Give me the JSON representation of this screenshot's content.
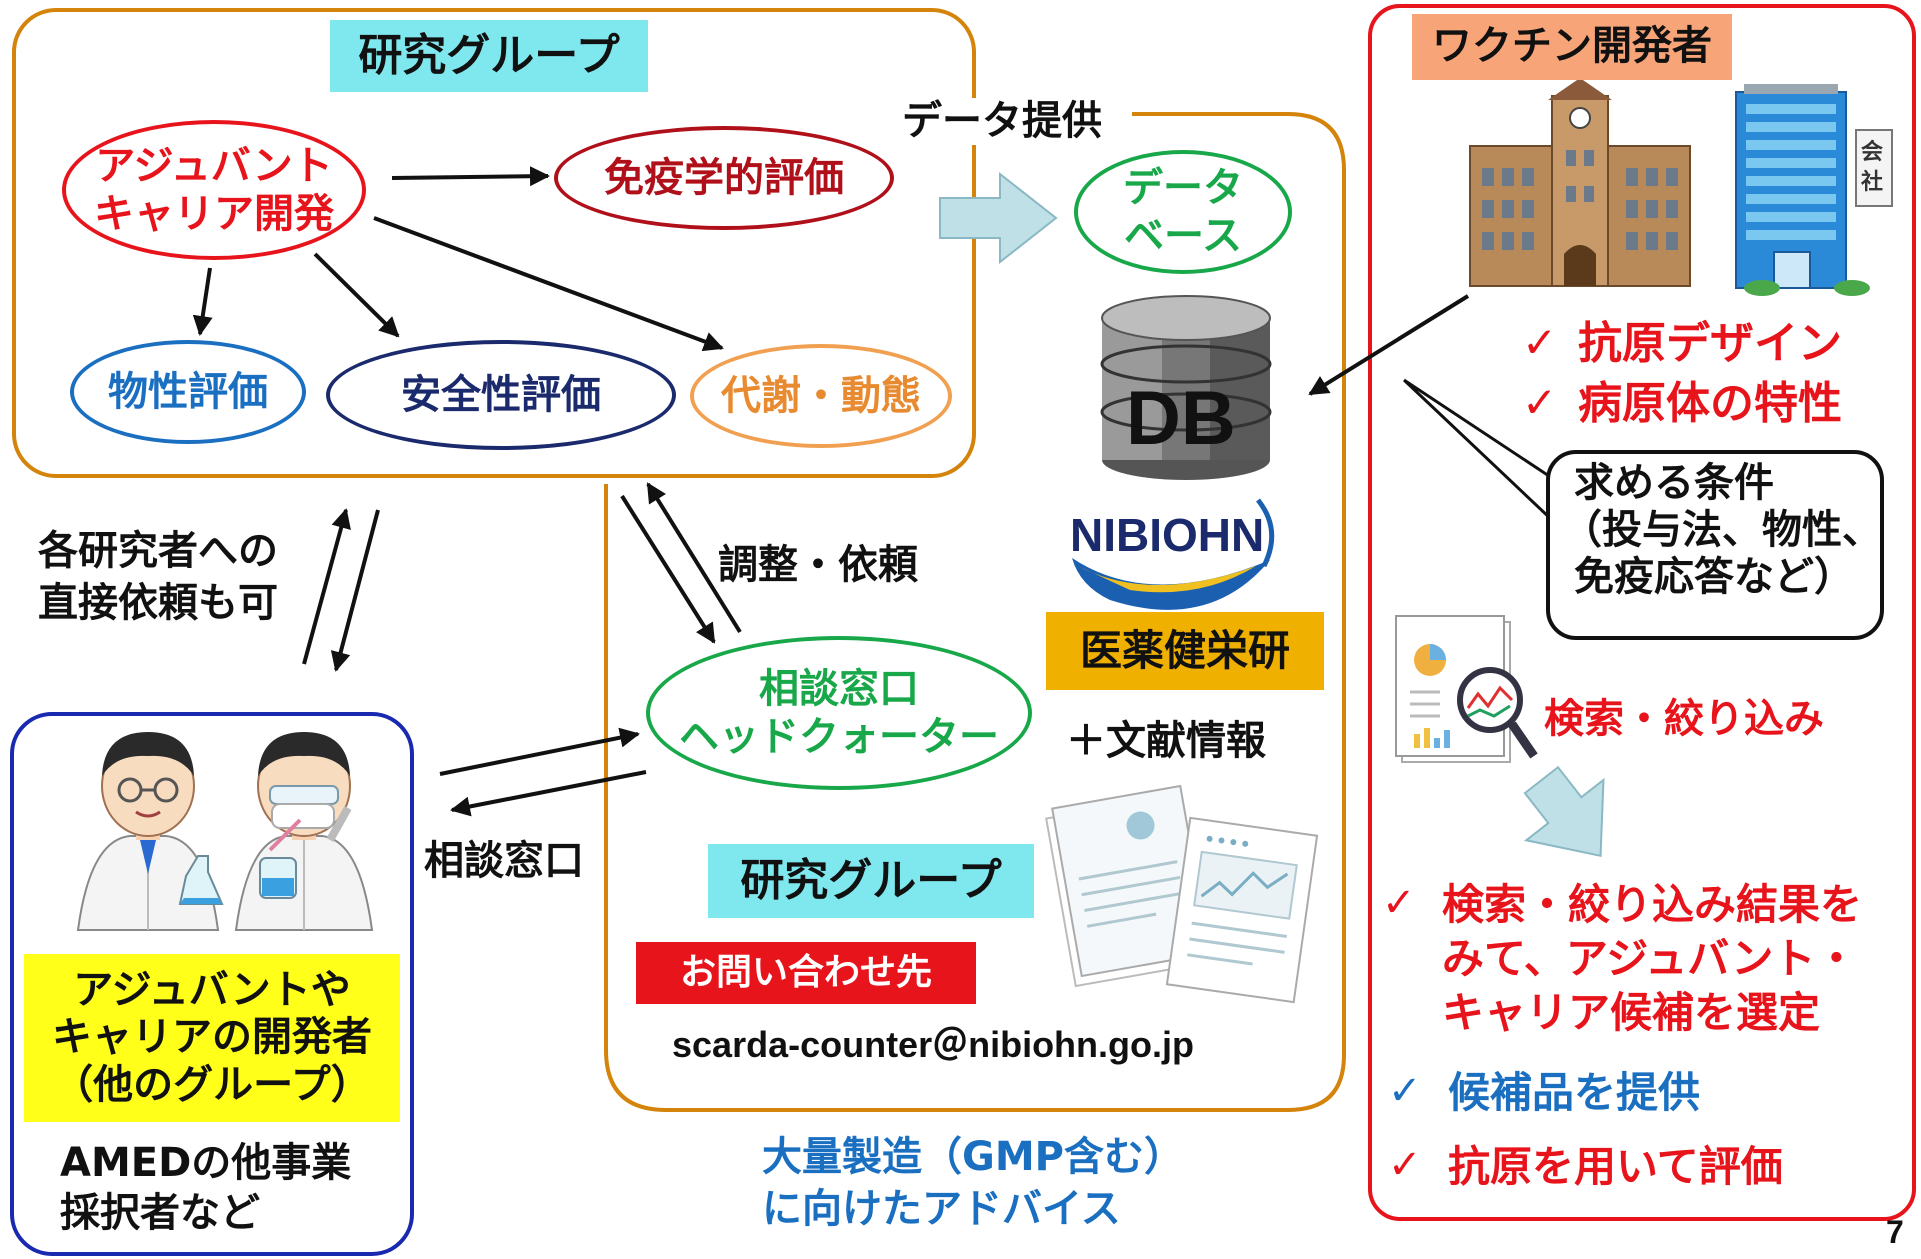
{
  "research_group_top": {
    "title": "研究グループ",
    "adjuvant_dev": [
      "アジュバント",
      "キャリア開発"
    ],
    "immuno_eval": "免疫学的評価",
    "physical_eval": "物性評価",
    "safety_eval": "安全性評価",
    "metabolism_eval": "代謝・動態"
  },
  "data_provision": "データ提供",
  "database": [
    "データ",
    "ベース"
  ],
  "db_label": "DB",
  "nibiohn_logo": "NIBIOHN",
  "nibiohn_label": "医薬健栄研",
  "literature_label": "＋文献情報",
  "coordination_label": "調整・依頼",
  "direct_request": [
    "各研究者への",
    "直接依頼も可"
  ],
  "consult_hq": [
    "相談窓口",
    "ヘッドクォーター"
  ],
  "consult_window": "相談窓口",
  "research_group_bottom": "研究グループ",
  "contact": {
    "label": "お問い合わせ先",
    "email": "scarda-counter＠nibiohn.go.jp"
  },
  "developers": {
    "title_lines": [
      "アジュバントや",
      "キャリアの開発者",
      "（他のグループ）"
    ],
    "note_lines": [
      "AMEDの他事業",
      "採択者など"
    ]
  },
  "mass_production": [
    "大量製造（GMP含む）",
    "に向けたアドバイス"
  ],
  "vaccine": {
    "title": "ワクチン開発者",
    "company_sign": [
      "会",
      "社"
    ],
    "items_top": [
      "抗原デザイン",
      "病原体の特性"
    ],
    "conditions": [
      "求める条件",
      "（投与法、物性、",
      "免疫応答など）"
    ],
    "search": "検索・絞り込み",
    "select_lines": [
      "検索・絞り込み結果を",
      "みて、アジュバント・",
      "キャリア候補を選定"
    ],
    "provide": "候補品を提供",
    "evaluate": "抗原を用いて評価",
    "check": "✓"
  },
  "page_number": "7",
  "colors": {
    "orange_border": "#d4840a",
    "red": "#e8141c",
    "dark_red": "#b0101a",
    "green": "#18a84a",
    "blue": "#1a6fc0",
    "navy": "#1a2a6c",
    "light_orange": "#f0a050",
    "cyan_bg": "#7fe8ef",
    "yellow_bg": "#ffff1a",
    "orange_bg": "#f0b000",
    "salmon_bg": "#f6a478",
    "red_bg": "#e8141c",
    "blue_border": "#1a2ab0",
    "arrow_fill": "#bfe0e6"
  }
}
